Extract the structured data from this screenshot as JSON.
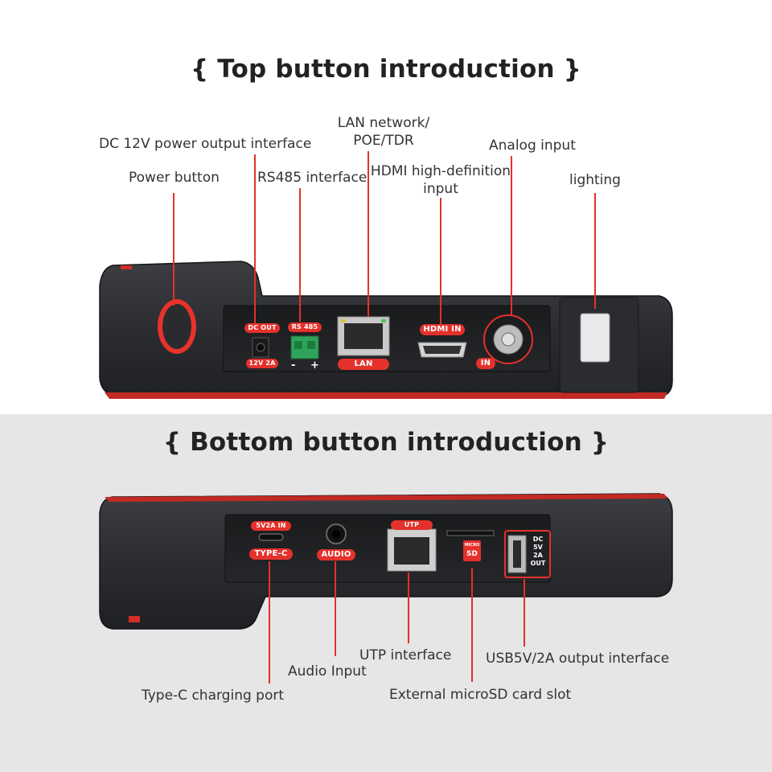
{
  "top": {
    "title": "{ Top button introduction }",
    "labels": {
      "power": "Power button",
      "dc_out": "DC 12V power output interface",
      "rs485": "RS485 interface",
      "lan_line1": "LAN network/",
      "lan_line2": "POE/TDR",
      "hdmi_line1": "HDMI high-definition",
      "hdmi_line2": "input",
      "analog": "Analog input",
      "lighting": "lighting"
    },
    "port_tags": {
      "dc_out": "DC OUT",
      "dc_rating": "12V 2A",
      "rs485": "RS 485",
      "rs485_minus": "-",
      "rs485_plus": "+",
      "lan": "LAN",
      "hdmi": "HDMI IN",
      "bnc": "IN"
    }
  },
  "bottom": {
    "title": "{ Bottom button introduction }",
    "labels": {
      "typec": "Type-C charging port",
      "audio": "Audio Input",
      "utp": "UTP interface",
      "sd": "External microSD card slot",
      "usb": "USB5V/2A output interface"
    },
    "port_tags": {
      "typec_rating": "5V2A IN",
      "typec": "TYPE-C",
      "audio": "AUDIO",
      "utp": "UTP",
      "sd_line1": "MICRO",
      "sd_line2": "SD",
      "usb_line1": "DC",
      "usb_line2": "5V",
      "usb_line3": "2A",
      "usb_line4": "OUT"
    }
  },
  "colors": {
    "accent": "#e4312b",
    "device_body": "#2d2f33",
    "panel": "#1e1f22"
  }
}
